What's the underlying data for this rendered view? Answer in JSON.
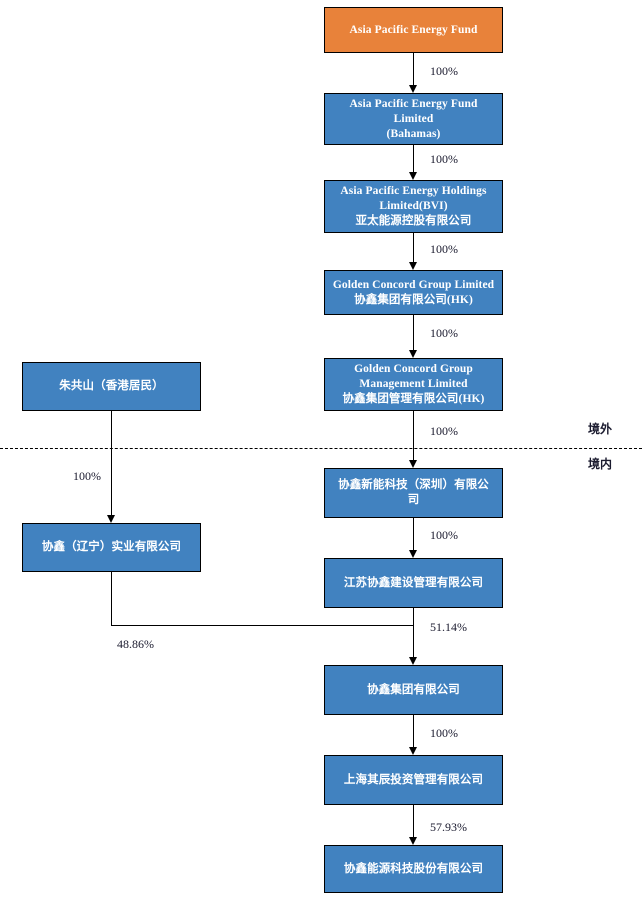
{
  "chart_data": {
    "type": "diagram",
    "title": "",
    "diagram_kind": "corporate-ownership-structure",
    "zones": {
      "overseas_label": "境外",
      "domestic_label": "境内"
    },
    "nodes": [
      {
        "id": "n1",
        "color": "#E8823A",
        "lines": [
          "Asia Pacific Energy Fund"
        ]
      },
      {
        "id": "n2",
        "color": "#4182C0",
        "lines": [
          "Asia Pacific Energy Fund",
          "Limited",
          "(Bahamas)"
        ]
      },
      {
        "id": "n3",
        "color": "#4182C0",
        "lines": [
          "Asia Pacific Energy Holdings",
          "Limited(BVI)",
          "亚太能源控股有限公司"
        ]
      },
      {
        "id": "n4",
        "color": "#4182C0",
        "lines": [
          "Golden Concord Group Limited",
          "协鑫集团有限公司(HK)"
        ]
      },
      {
        "id": "n5",
        "color": "#4182C0",
        "lines": [
          "Golden Concord Group",
          "Management Limited",
          "协鑫集团管理有限公司(HK)"
        ]
      },
      {
        "id": "n6",
        "color": "#4182C0",
        "lines": [
          "协鑫新能科技（深圳）有限公",
          "司"
        ]
      },
      {
        "id": "n7",
        "color": "#4182C0",
        "lines": [
          "江苏协鑫建设管理有限公司"
        ]
      },
      {
        "id": "n8",
        "color": "#4182C0",
        "lines": [
          "协鑫集团有限公司"
        ]
      },
      {
        "id": "n9",
        "color": "#4182C0",
        "lines": [
          "上海其辰投资管理有限公司"
        ]
      },
      {
        "id": "n10",
        "color": "#4182C0",
        "lines": [
          "协鑫能源科技股份有限公司"
        ]
      },
      {
        "id": "L1",
        "color": "#4182C0",
        "lines": [
          "朱共山（香港居民）"
        ]
      },
      {
        "id": "L2",
        "color": "#4182C0",
        "lines": [
          "协鑫（辽宁）实业有限公司"
        ]
      }
    ],
    "edges": [
      {
        "from": "n1",
        "to": "n2",
        "label": "100%"
      },
      {
        "from": "n2",
        "to": "n3",
        "label": "100%"
      },
      {
        "from": "n3",
        "to": "n4",
        "label": "100%"
      },
      {
        "from": "n4",
        "to": "n5",
        "label": "100%"
      },
      {
        "from": "n5",
        "to": "n6",
        "label": "100%"
      },
      {
        "from": "n6",
        "to": "n7",
        "label": "100%"
      },
      {
        "from": "n7",
        "to": "n8",
        "label": "51.14%"
      },
      {
        "from": "L2",
        "to": "n8",
        "label": "48.86%"
      },
      {
        "from": "n8",
        "to": "n9",
        "label": "100%"
      },
      {
        "from": "n9",
        "to": "n10",
        "label": "57.93%"
      },
      {
        "from": "L1",
        "to": "L2",
        "label": "100%"
      }
    ],
    "percent_labels": {
      "p1": "100%",
      "p2": "100%",
      "p3": "100%",
      "p4": "100%",
      "p5": "100%",
      "p6": "100%",
      "p7": "51.14%",
      "p8": "48.86%",
      "p9": "100%",
      "p10": "57.93%",
      "pL": "100%"
    },
    "colors": {
      "box_blue": "#4182C0",
      "box_orange": "#E8823A",
      "border": "#000000",
      "text_on_box": "#FFFFFF",
      "label_text": "#1a1a2e",
      "background": "#FFFFFF"
    }
  }
}
